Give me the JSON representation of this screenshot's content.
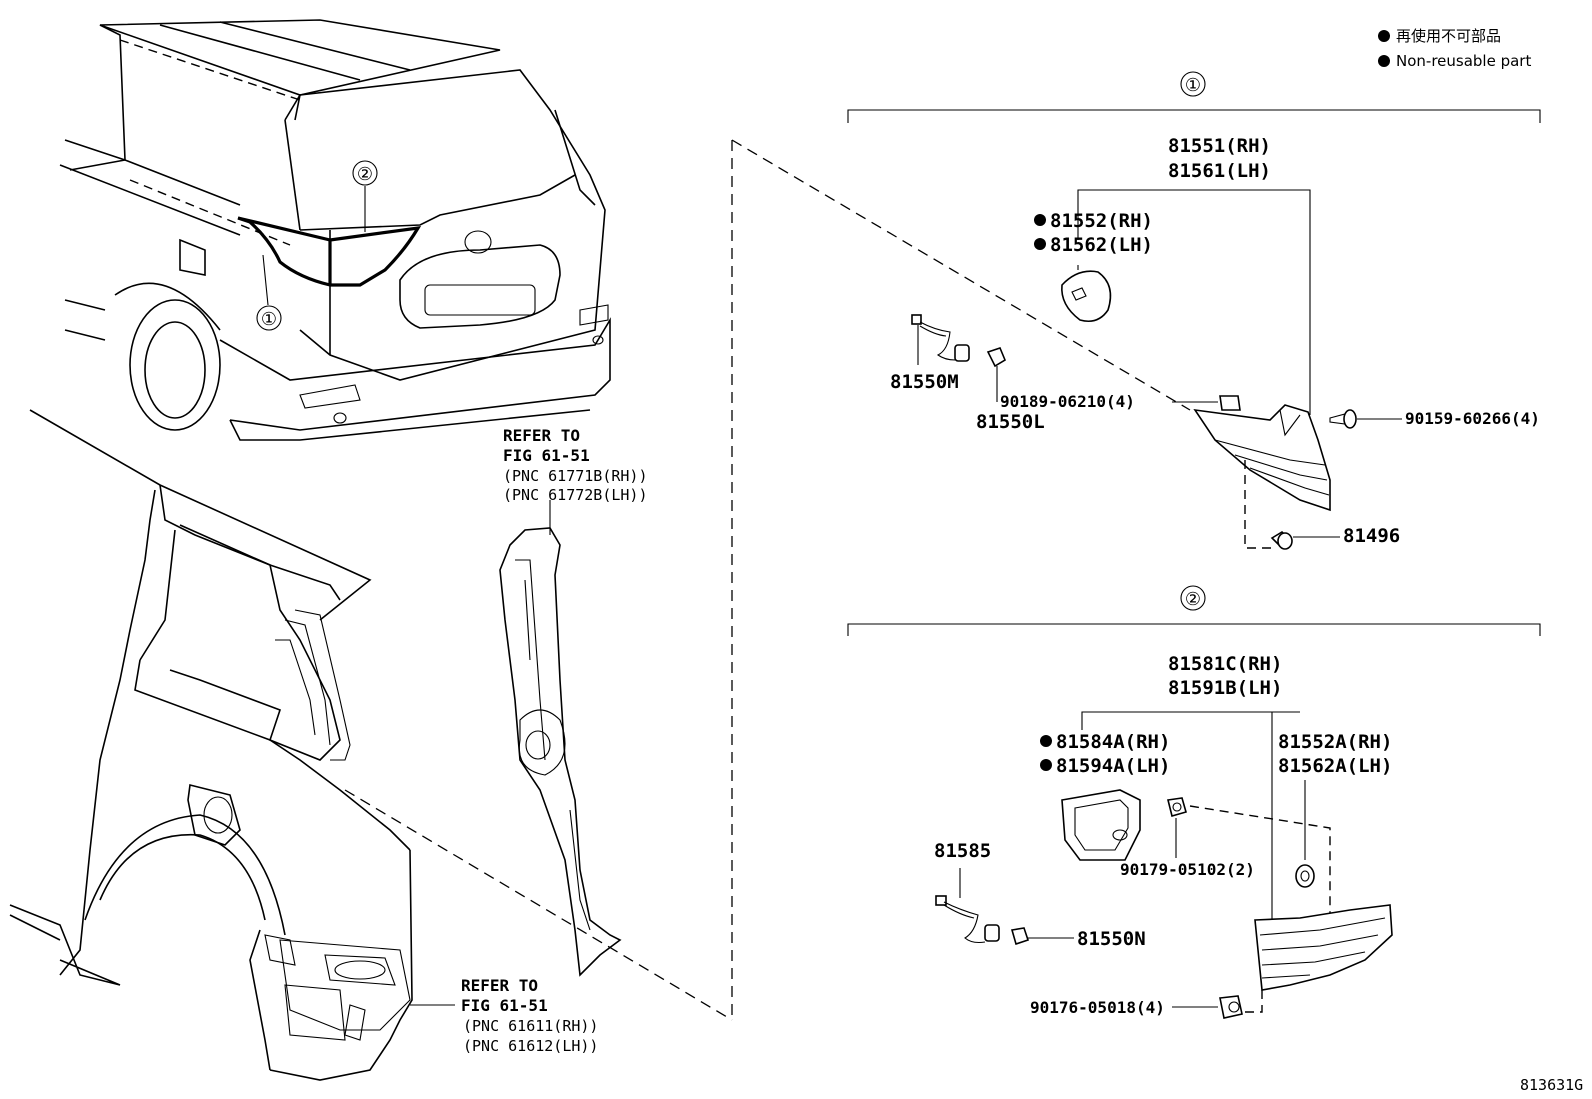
{
  "legend": {
    "jp": "再使用不可部品",
    "en": "Non-reusable part"
  },
  "callouts": {
    "one": "①",
    "two": "②"
  },
  "section1": {
    "assembly_rh": "81551(RH)",
    "assembly_lh": "81561(LH)",
    "gasket_rh": "81552(RH)",
    "gasket_lh": "81562(LH)",
    "socket": "81550M",
    "bulb": "81550L",
    "nut": "90189-06210(4)",
    "screw": "90159-60266(4)",
    "clip": "81496"
  },
  "section2": {
    "assembly_rh": "81581C(RH)",
    "assembly_lh": "81591B(LH)",
    "gasket_rh": "81584A(RH)",
    "gasket_lh": "81594A(LH)",
    "cushion_rh": "81552A(RH)",
    "cushion_lh": "81562A(LH)",
    "socket": "81585",
    "nut_a": "90179-05102(2)",
    "bulb": "81550N",
    "nut_b": "90176-05018(4)"
  },
  "refer_upper": {
    "line1": "REFER TO",
    "line2": "FIG 61-51",
    "line3": "(PNC 61771B(RH))",
    "line4": "(PNC 61772B(LH))"
  },
  "refer_lower": {
    "line1": "REFER TO",
    "line2": "FIG 61-51",
    "line3": "(PNC 61611(RH))",
    "line4": "(PNC 61612(LH))"
  },
  "figure_code": "813631G"
}
